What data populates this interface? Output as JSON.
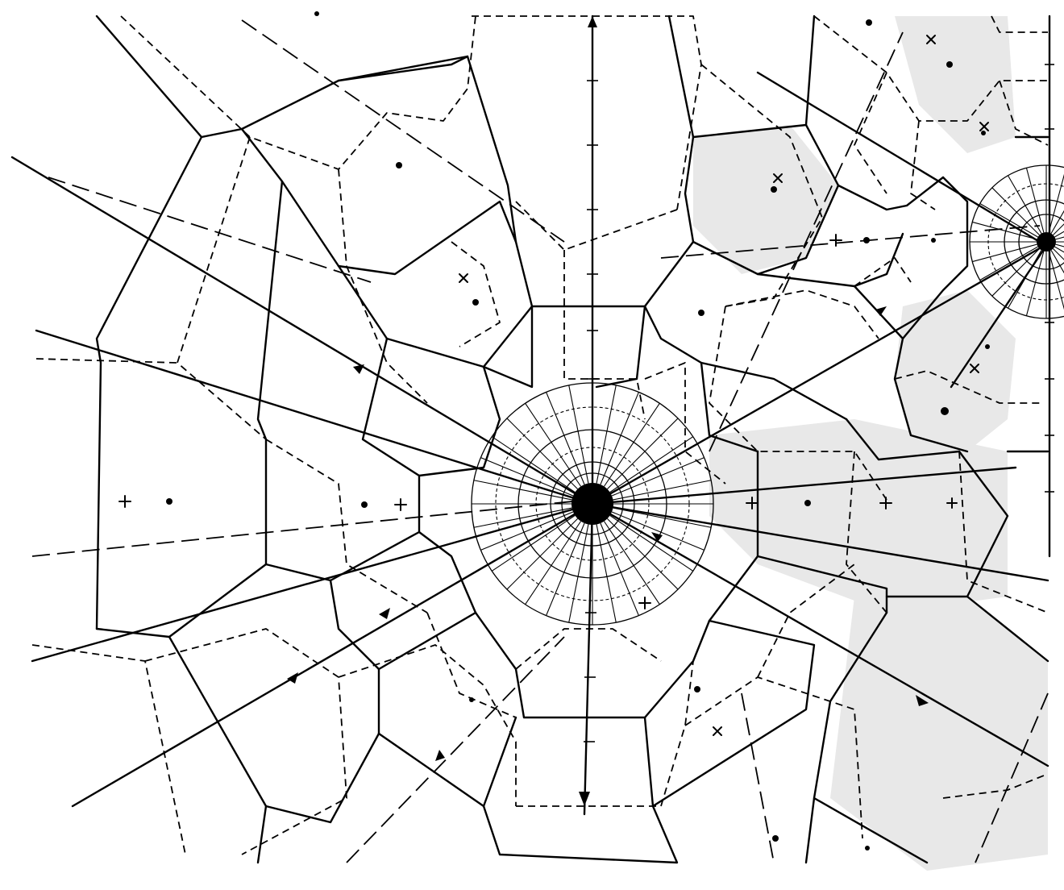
{
  "figure": {
    "kind": "voronoi-tessellation-line-drawing",
    "palette": {
      "ink": "#000000",
      "paper": "#ffffff",
      "shaded_cells": "#e8e8e8"
    },
    "line_styles": [
      "solid",
      "dashed",
      "long-dashed"
    ],
    "point_markers": [
      "dot",
      "plus",
      "cross"
    ],
    "arrow_markers": [
      "arrowhead"
    ],
    "text_labels": []
  }
}
